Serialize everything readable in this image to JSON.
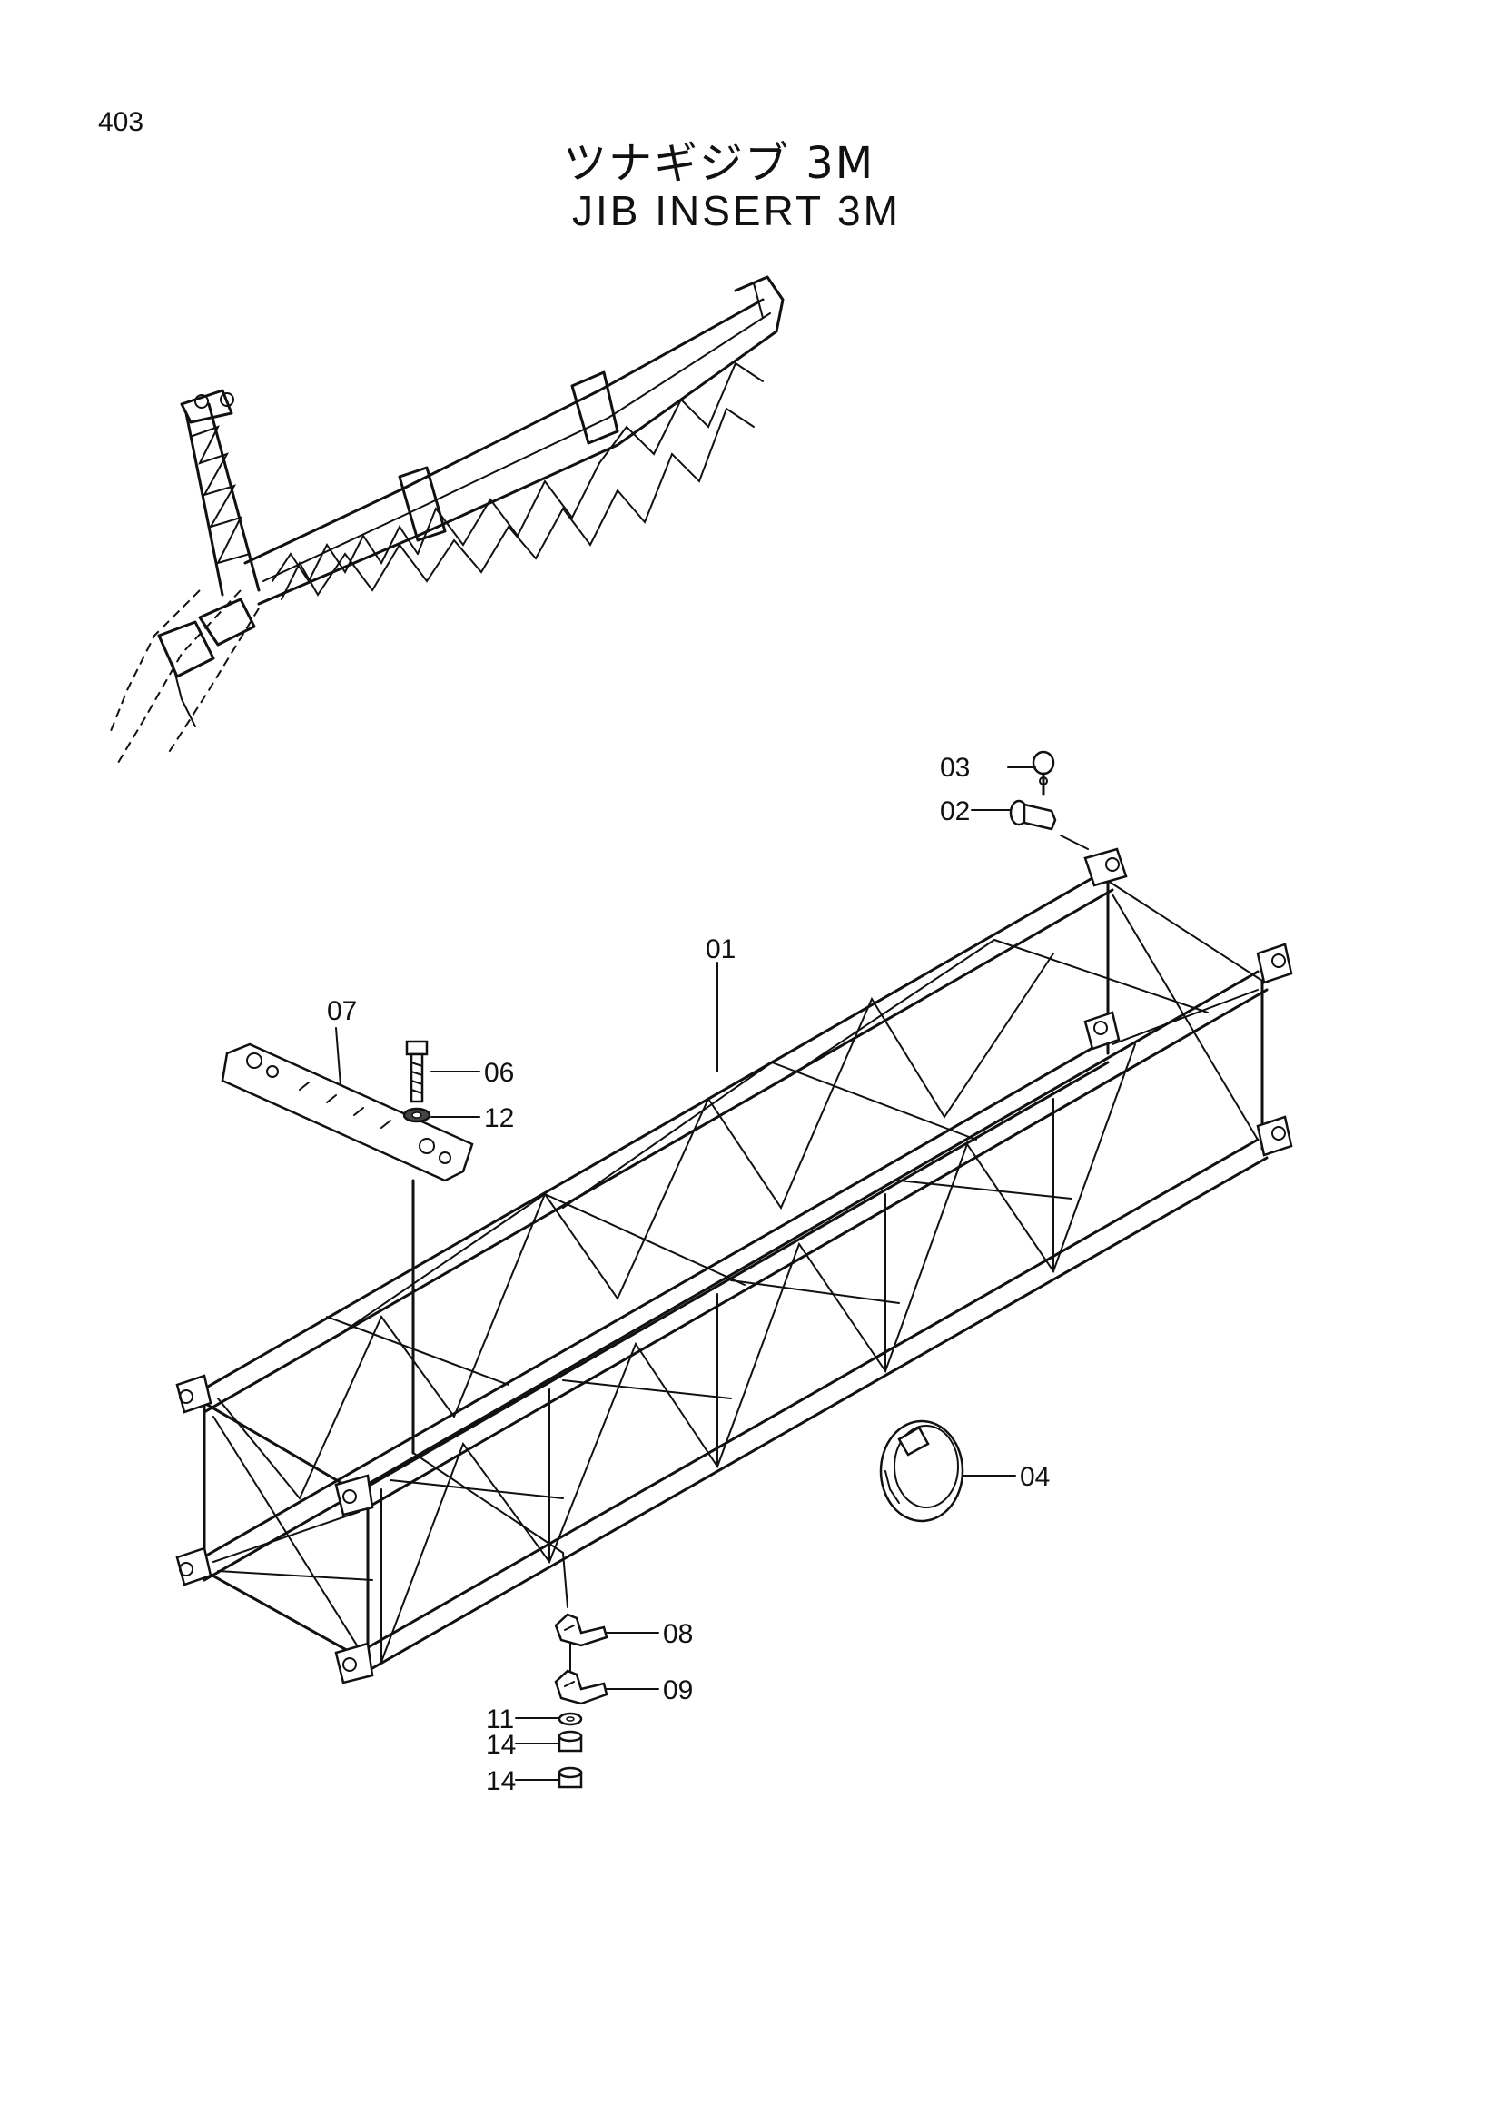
{
  "page_number": "403",
  "title_jp": "ツナギジブ 3M",
  "title_en": "JIB INSERT 3M",
  "callouts": {
    "c01": "01",
    "c02": "02",
    "c03": "03",
    "c04": "04",
    "c06": "06",
    "c07": "07",
    "c08": "08",
    "c09": "09",
    "c11": "11",
    "c12": "12",
    "c14a": "14",
    "c14b": "14"
  }
}
